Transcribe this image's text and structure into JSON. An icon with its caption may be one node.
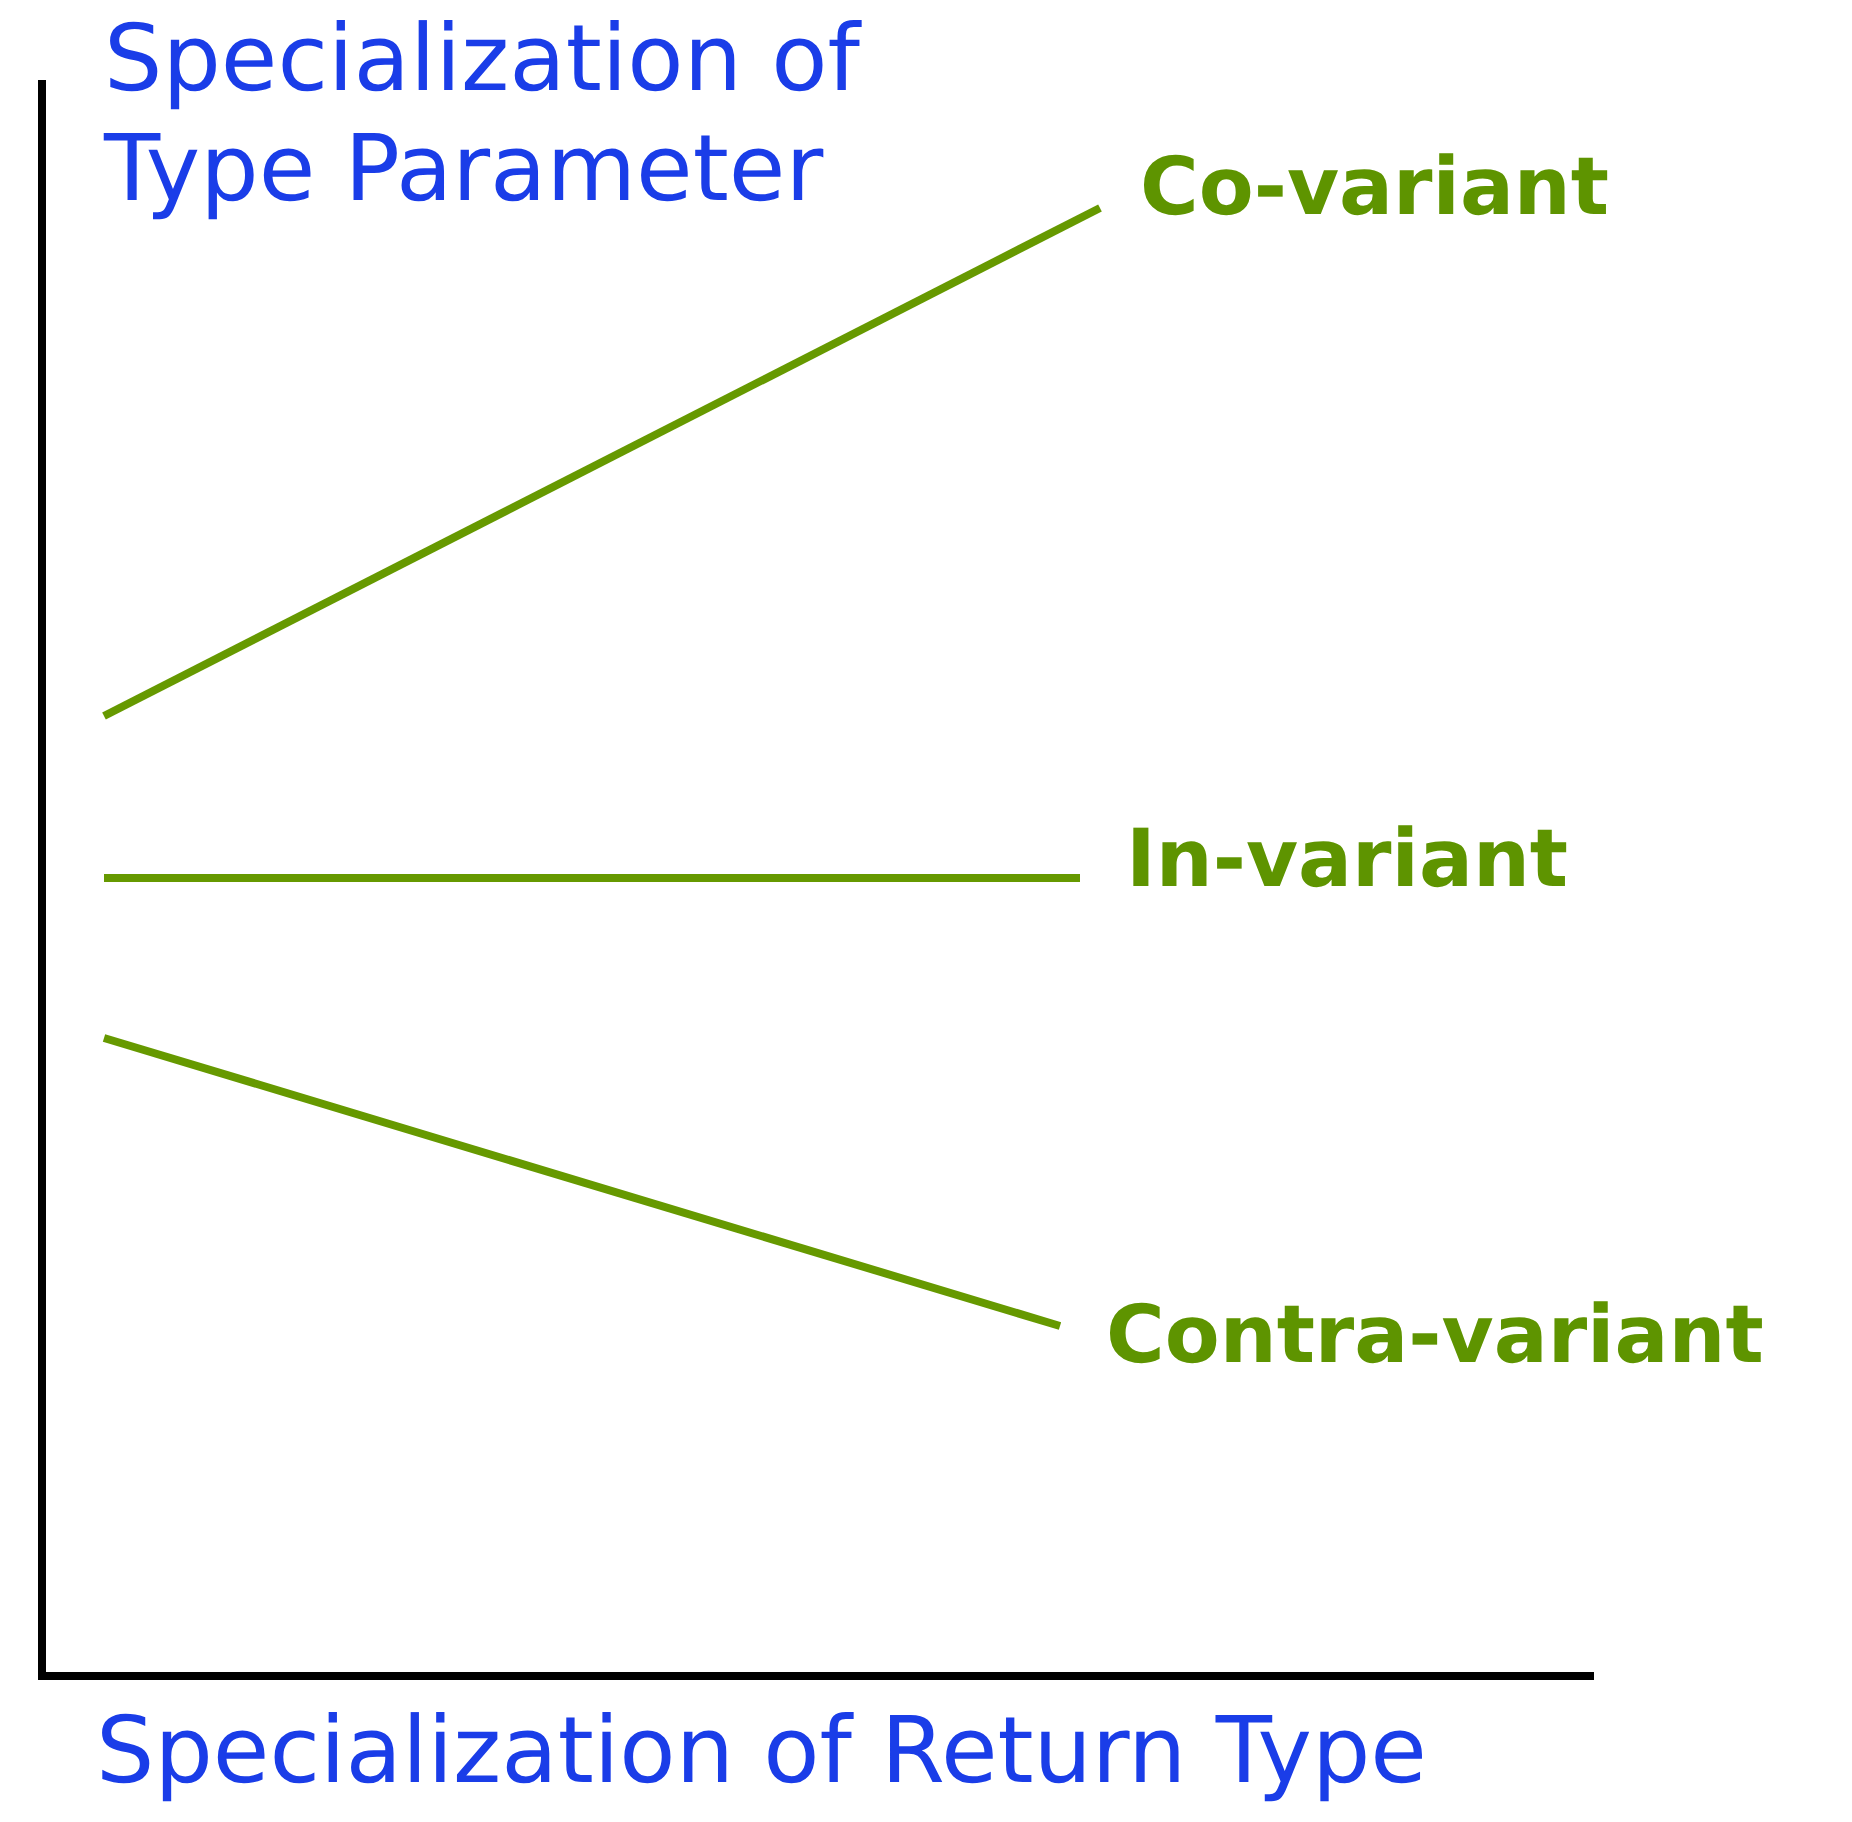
{
  "diagram": {
    "labels": [
      "Specialization of Type Parameter",
      "Co-variant",
      "In-variant",
      "Contra-variant",
      "Specialization of Return Type"
    ]
  }
}
